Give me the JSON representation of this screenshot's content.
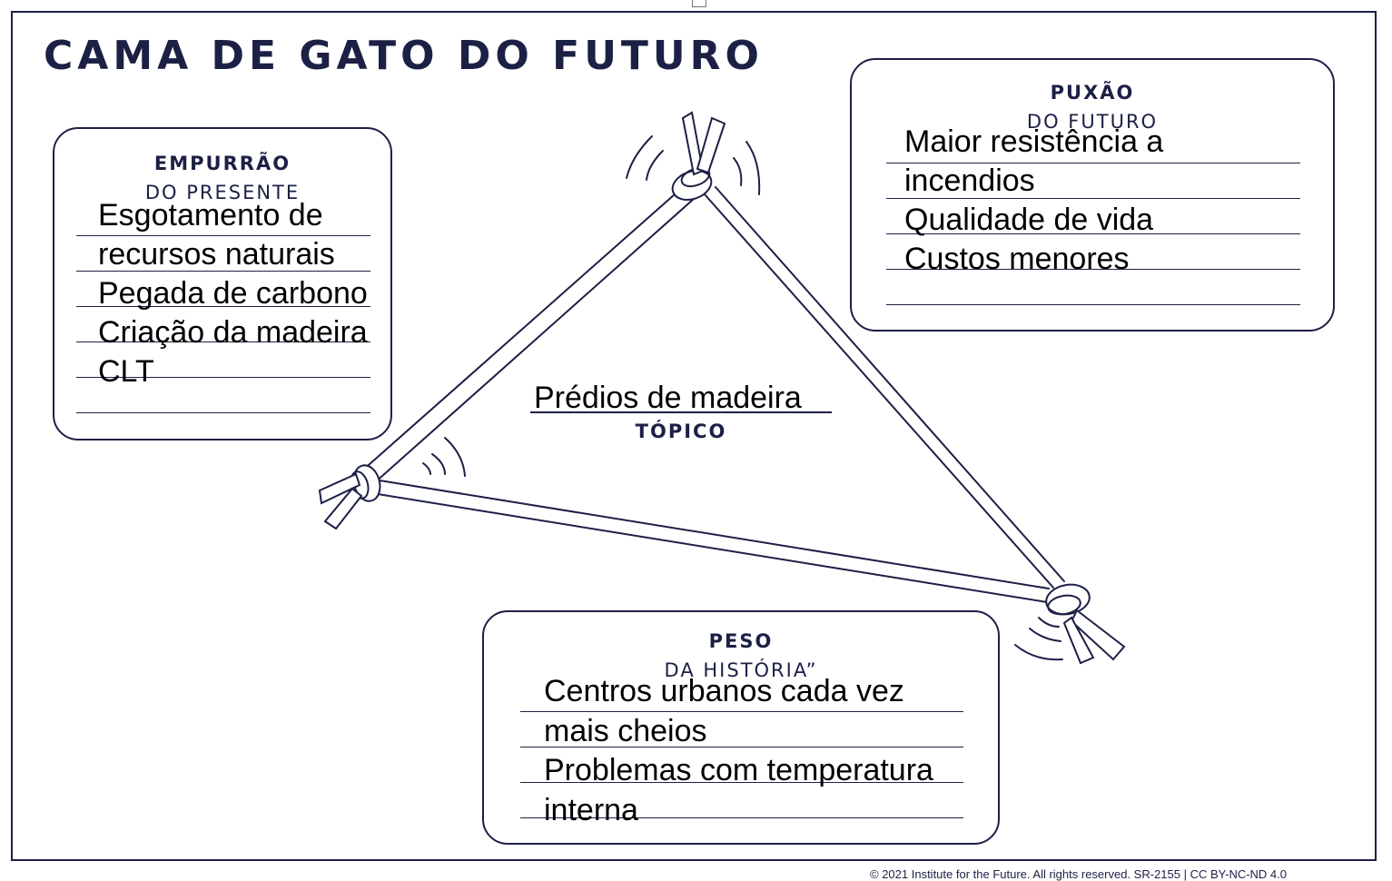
{
  "title": "CAMA DE GATO DO FUTURO",
  "push": {
    "heading": "EMPURRÃO",
    "subheading": "DO PRESENTE",
    "entries": [
      "Esgotamento de",
      "recursos naturais",
      "Pegada de carbono",
      "Criação da madeira",
      "CLT"
    ]
  },
  "pull": {
    "heading": "PUXÃO",
    "subheading": "DO FUTURO",
    "entries": [
      "Maior resistência a",
      "incendios",
      "Qualidade de vida",
      "Custos menores"
    ]
  },
  "weight": {
    "heading": "PESO",
    "subheading": "DA HISTÓRIA”",
    "entries": [
      "Centros urbanos cada vez",
      "mais cheios",
      "Problemas com temperatura",
      "interna"
    ]
  },
  "topic": {
    "value": "Prédios de madeira",
    "label": "TÓPICO"
  },
  "credit": "© 2021 Institute for the Future. All rights reserved. SR-2155 | CC BY-NC-ND 4.0",
  "colors": {
    "ink": "#1c2045"
  }
}
